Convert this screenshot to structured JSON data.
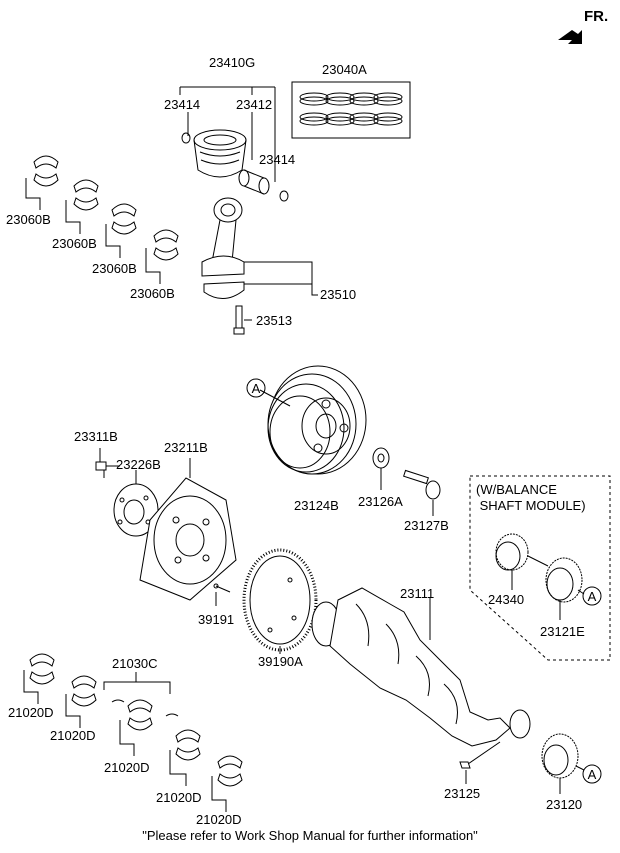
{
  "direction": "FR.",
  "footer_note": "\"Please refer to Work Shop Manual for further information\"",
  "balance_box": {
    "line1": "(W/BALANCE",
    "line2": " SHAFT MODULE)"
  },
  "ref_marker": "A",
  "labels": {
    "piston_assy": "23410G",
    "piston_ring_set": "23040A",
    "snap_ring_left": "23414",
    "piston_pin": "23412",
    "snap_ring_right": "23414",
    "bearing_1": "23060B",
    "bearing_2": "23060B",
    "bearing_3": "23060B",
    "bearing_4": "23060B",
    "connecting_rod": "23510",
    "rod_bolt": "23513",
    "damper_pulley": "23124B",
    "pulley_washer": "23126A",
    "pulley_bolt": "23127B",
    "flywheel_bolt": "23311B",
    "adapter_plate": "23226B",
    "drive_plate": "23211B",
    "ring_gear_pin": "39191",
    "ring_gear": "39190A",
    "crankshaft": "23111",
    "thrust_bearing": "21030C",
    "main_bearing_1": "21020D",
    "main_bearing_2": "21020D",
    "main_bearing_3": "21020D",
    "main_bearing_4": "21020D",
    "main_bearing_5": "21020D",
    "woodruff_key": "23125",
    "crank_sprocket": "23120",
    "balance_gear": "24340",
    "balance_sprocket": "23121E"
  }
}
